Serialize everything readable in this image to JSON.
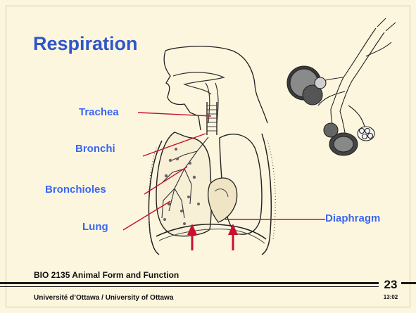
{
  "slide": {
    "title": "Respiration",
    "labels": {
      "trachea": "Trachea",
      "bronchi": "Bronchi",
      "bronchioles": "Bronchioles",
      "lung": "Lung",
      "diaphragm": "Diaphragm"
    },
    "course": "BIO 2135 Animal Form and Function",
    "footer": "Université d’Ottawa / University of Ottawa",
    "page_number": "23",
    "time": "13:02"
  },
  "colors": {
    "background": "#fdf6df",
    "title": "#2f56c8",
    "label": "#3a67f0",
    "pointer": "#c8102e",
    "illustration": "#222222"
  },
  "icons": {
    "arrow": "red-up-arrow-icon"
  }
}
